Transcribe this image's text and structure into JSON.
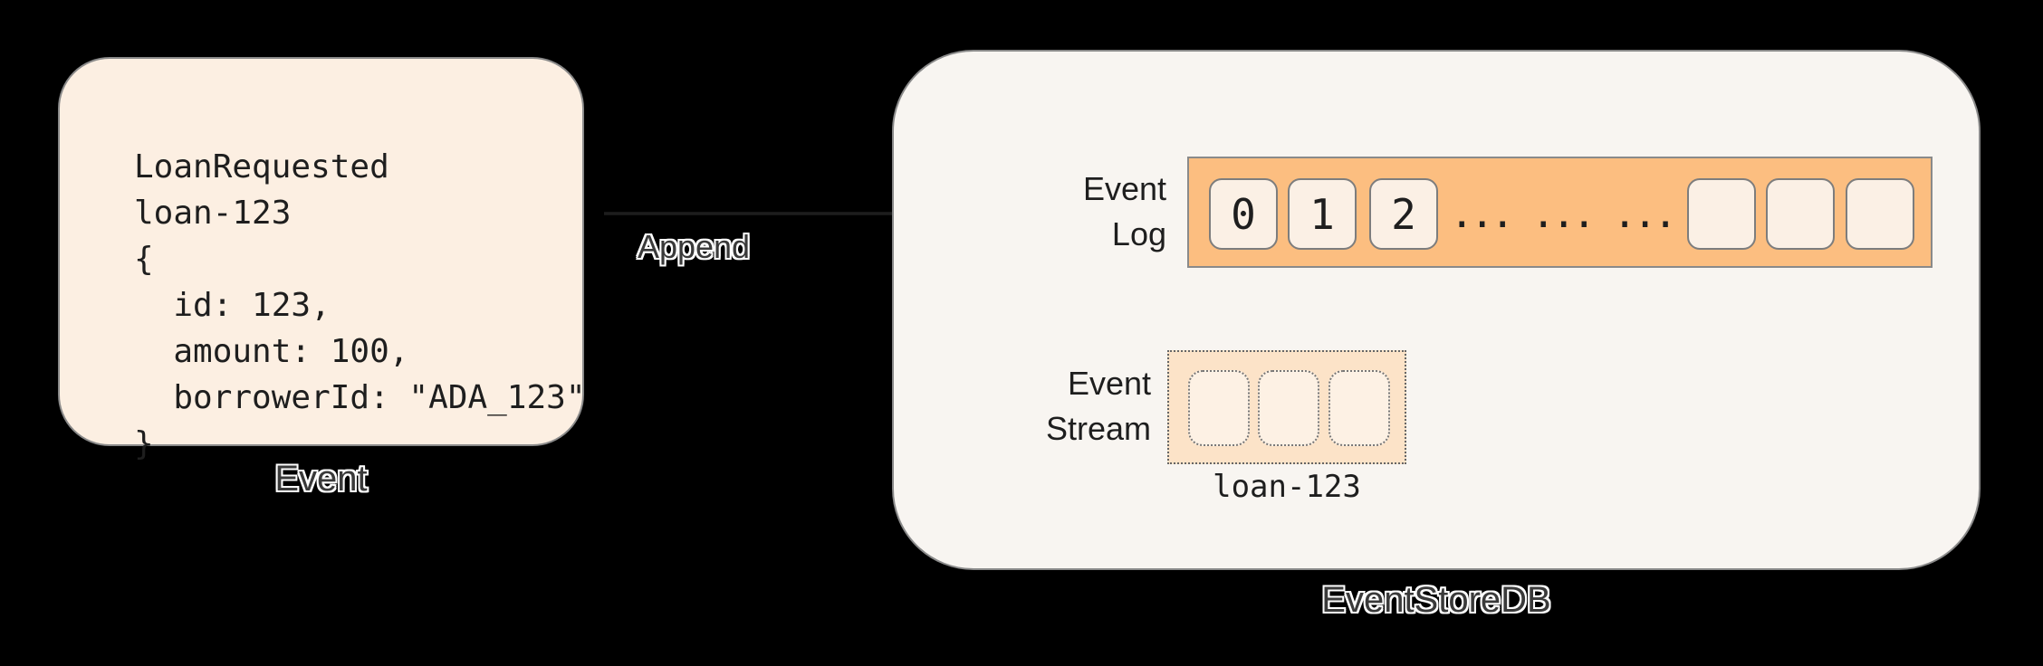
{
  "event_card": {
    "code": "LoanRequested\nloan-123\n{\n  id: 123,\n  amount: 100,\n  borrowerId: \"ADA_123\"\n}",
    "label": "Event"
  },
  "append_arrow": {
    "label": "Append"
  },
  "eventstoredb": {
    "label": "EventStoreDB",
    "event_log": {
      "label_line1": "Event",
      "label_line2": "Log",
      "cells": [
        "0",
        "1",
        "2"
      ],
      "ellipsis": "... ... ...",
      "empty_cells": 3
    },
    "event_stream": {
      "label_line1": "Event",
      "label_line2": "Stream",
      "stream_name": "loan-123",
      "empty_cells": 3
    }
  },
  "colors": {
    "background": "#000000",
    "card_fill": "#fcefe2",
    "db_fill": "#f8f5f1",
    "log_bar_fill": "#fcbe80",
    "log_cell_fill": "#fbf0e5",
    "stream_fill": "#fce3c8",
    "stream_cell_fill": "#fdf1e4",
    "border_gray": "#8a8a8a",
    "arrow_color": "#1d1d1d",
    "text_dark": "#1e1e1e"
  }
}
